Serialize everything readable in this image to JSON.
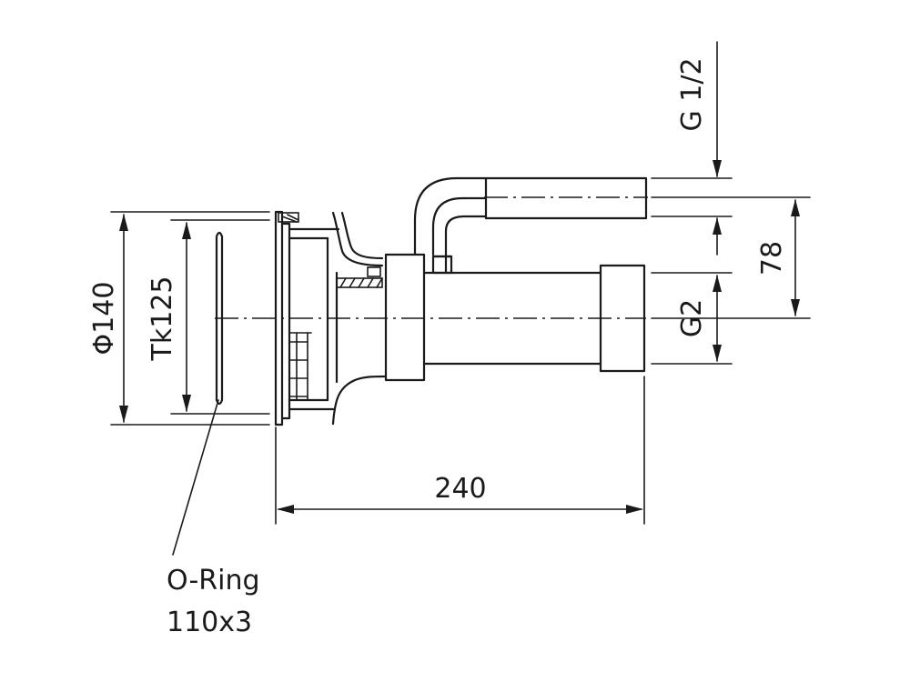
{
  "dimensions": {
    "diameter": "Φ140",
    "bolt_circle": "Tk125",
    "length": "240",
    "offset": "78",
    "thread_small": "G 1/2",
    "thread_large": "G2"
  },
  "callout": {
    "line1": "O-Ring",
    "line2": "110x3"
  },
  "colors": {
    "ink": "#1a1a1a",
    "background": "#ffffff"
  }
}
